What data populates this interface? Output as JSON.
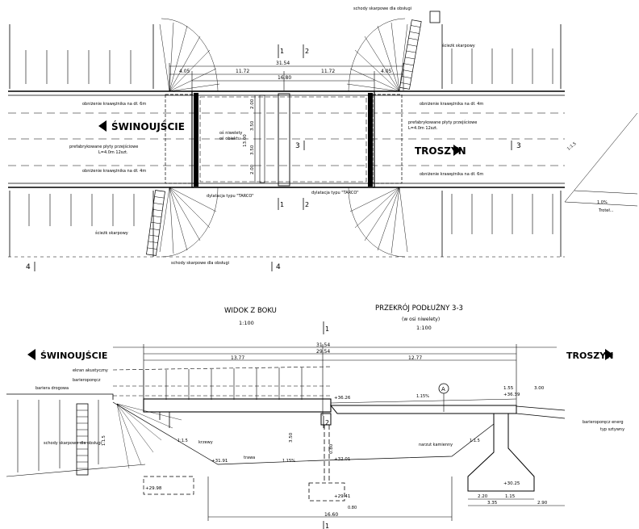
{
  "plan": {
    "left_arrow_label": "ŚWINOUJŚCIE",
    "right_arrow_label": "TROSZYN",
    "dim_total": "31.54",
    "dim_span_left": "11.72",
    "dim_span_right": "11.72",
    "dim_between": "16.80",
    "dim_end_left": "4.05",
    "dim_end_right": "4.05",
    "note_stairs_top": "schody skarpowe dla obsługi",
    "note_slope_path_top": "ścieżk skarpowy",
    "note_curb_tl": "obniżenie krawężnika na dł. 6m",
    "note_curb_tr": "obniżenie krawężnika na dł. 4m",
    "note_prefab_left_1": "prefabrykowane płyty przejściowe",
    "note_prefab_left_2": "L=4.0m 12szt.",
    "note_prefab_right_1": "prefabrykowane płyty przejściowe",
    "note_prefab_right_2": "L=4.0m 12szt.",
    "note_curb_bl": "obniżenie krawężnika na dł. 4m",
    "note_curb_br": "obniżenie krawężnika na dł. 6m",
    "note_axis_1": "oś niwelety",
    "note_axis_2": "oś obiektu",
    "note_dilatation_left": "dylatacja typu \"TARCO\"",
    "note_dilatation_right": "dylatacja typu \"TARCO\"",
    "note_slope_path_bottom": "ścieżk skarpowy",
    "note_stairs_bottom": "schody skarpowe dla obsługi",
    "dim_w1": "2.00",
    "dim_w2": "3.50",
    "dim_w3": "3.50",
    "dim_w4": "2.00",
    "dim_total_width": "13.00",
    "section_1": "1",
    "section_2": "2",
    "section_3": "3",
    "section_4": "4",
    "slope_1": "1:1.5",
    "slope_pct": "1.0%",
    "right_fragment": "Troteł..."
  },
  "elevation": {
    "title_left": "WIDOK Z BOKU",
    "scale_left": "1:100",
    "title_right": "PRZEKRÓJ PODŁUŻNY 3-3",
    "subtitle_right": "(w osi niwelety)",
    "scale_right": "1:100",
    "left_arrow_label": "ŚWINOUJŚCIE",
    "right_arrow_label": "TROSZYN",
    "dim_total": "31.54",
    "dim_2": "29.54",
    "dim_span_left": "13.77",
    "dim_span_right": "12.77",
    "dim_bottom": "16.60",
    "label_screen": "ekran akustyczny",
    "label_barrier_1": "barieroporęcz",
    "label_barrier_road": "bariera drogowa",
    "label_stairs": "schody skarpowe dla obsługi",
    "label_bushes": "krzewy",
    "label_grass": "trawa",
    "label_embankment": "narzut kamienny",
    "label_barrier_right_1": "barieroporęcz energ",
    "label_barrier_right_2": "typ sztywny",
    "elev_1": "+36.26",
    "elev_2": "+31.91",
    "elev_3": "+32.01",
    "elev_4": "+29.41",
    "elev_5": "+29.98",
    "elev_6": "+36.39",
    "elev_7": "+30.25",
    "dim_h1": "3.50",
    "dim_h2": "0.80",
    "dim_r1": "3.00",
    "dim_r2": "1.55",
    "dim_r3": "2.20",
    "dim_r4": "1.15",
    "dim_r5": "3.35",
    "dim_r6": "2.90",
    "dim_slope_pct": "1.15%",
    "dim_slope_pct2": "1.15%",
    "slope_a": "1:1.5",
    "slope_b": "1:1.5",
    "slope_c": "1:1.5",
    "marker_a": "A",
    "dim_small": "0.80",
    "section_1": "1",
    "section_2": "2"
  }
}
